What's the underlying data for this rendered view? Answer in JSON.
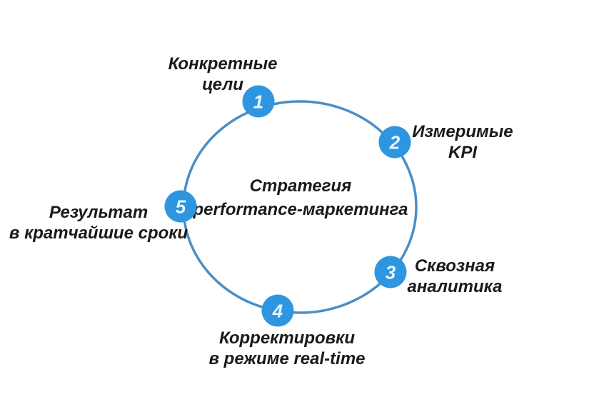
{
  "center": {
    "title": "Стратегия\nperformance-маркетинга"
  },
  "steps": [
    {
      "number": "1",
      "label": "Конкретные\nцели"
    },
    {
      "number": "2",
      "label": "Измеримые\nKPI"
    },
    {
      "number": "3",
      "label": "Сквозная\nаналитика"
    },
    {
      "number": "4",
      "label": "Корректировки\nв режиме real-time"
    },
    {
      "number": "5",
      "label": "Результат\nв кратчайшие сроки"
    }
  ],
  "colors": {
    "node-fill": "#2e96e0",
    "node-number": "#e8f4fc",
    "ring-stroke": "#4a8ec6",
    "label-text": "#1a1a1a",
    "background": "#ffffff"
  }
}
